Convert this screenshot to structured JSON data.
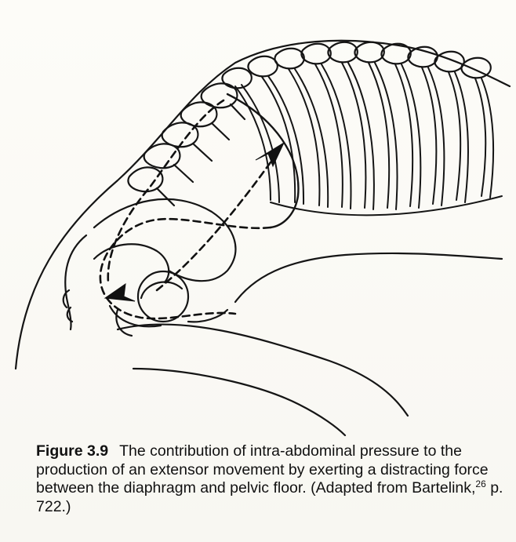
{
  "figure": {
    "label": "Figure 3.9",
    "caption_text": "The contribution of intra-abdominal pressure to the production of an extensor movement by exerting a distracting force between the diaphragm and pelvic floor.",
    "citation_prefix": "(Adapted from Bartelink,",
    "citation_ref": "26",
    "citation_suffix": " p. 722.)"
  },
  "colors": {
    "ink": "#111111",
    "paper": "#fbfaf6"
  }
}
